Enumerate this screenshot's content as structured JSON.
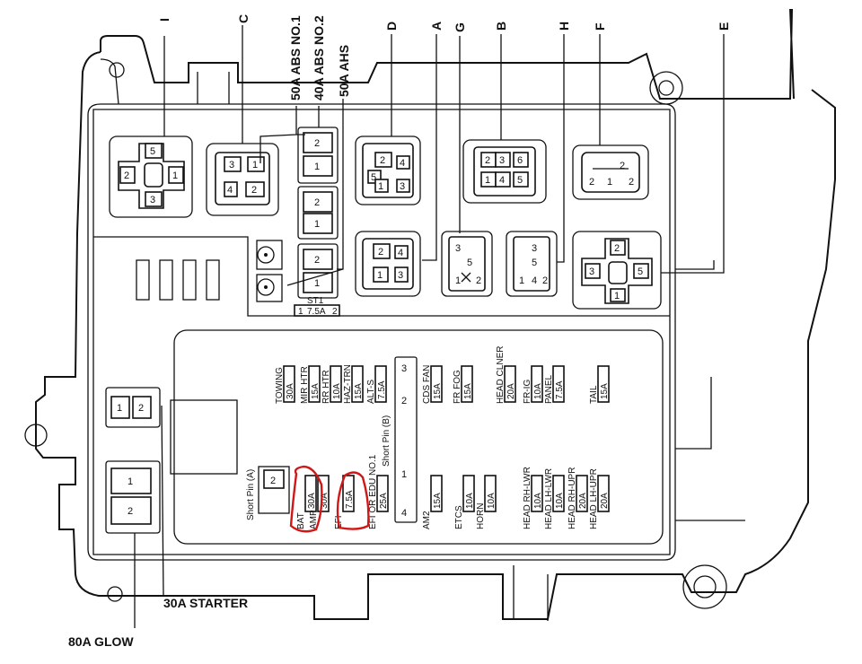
{
  "callouts": {
    "I": "I",
    "C": "C",
    "abs1": "50A ABS NO.1",
    "abs2": "40A ABS NO.2",
    "ahs": "50A AHS",
    "D": "D",
    "A": "A",
    "G": "G",
    "B": "B",
    "H": "H",
    "F": "F",
    "E": "E",
    "starter": "30A STARTER",
    "glow": "80A GLOW"
  },
  "sti": {
    "label": "ST1",
    "left": "1",
    "amp": "7.5A",
    "right": "2"
  },
  "pins": {
    "p1": "1",
    "p2": "2",
    "p3": "3",
    "p4": "4",
    "p5": "5",
    "p6": "6"
  },
  "fuses_top": [
    {
      "name": "TOWING",
      "amp": "30A"
    },
    {
      "name": "MIR HTR",
      "amp": "15A"
    },
    {
      "name": "RR HTR",
      "amp": "10A"
    },
    {
      "name": "HAZ-TRN",
      "amp": "15A"
    },
    {
      "name": "ALT-S",
      "amp": "7.5A"
    }
  ],
  "fuses_top_right": [
    {
      "name": "CDS FAN",
      "amp": "15A"
    },
    {
      "name": "FR FOG",
      "amp": "15A"
    },
    {
      "name": "HEAD CLNER",
      "amp": "20A"
    },
    {
      "name": "FR-IG",
      "amp": "10A"
    },
    {
      "name": "PANEL",
      "amp": "7.5A"
    },
    {
      "name": "TAIL",
      "amp": "15A"
    }
  ],
  "fuses_bottom": [
    {
      "name": "BAT",
      "amp": "30A"
    },
    {
      "name": "AMP",
      "amp": "30A"
    },
    {
      "name": "EFI",
      "amp": "7.5A"
    },
    {
      "name": "EFI OR EDU NO.1",
      "amp": "25A"
    },
    {
      "name": "AM2",
      "amp": "15A"
    },
    {
      "name": "ETCS",
      "amp": "10A"
    },
    {
      "name": "HORN",
      "amp": "10A"
    },
    {
      "name": "HEAD RH-LWR",
      "amp": "10A"
    },
    {
      "name": "HEAD LH-LWR",
      "amp": "10A"
    },
    {
      "name": "HEAD RH-UPR",
      "amp": "20A"
    },
    {
      "name": "HEAD LH-UPR",
      "amp": "20A"
    }
  ],
  "short_pin_a": "Short Pin (A)",
  "short_pin_b": "Short Pin (B)",
  "short_pin_nums": {
    "n1": "1",
    "n2": "2",
    "n3": "3",
    "n4": "4"
  }
}
